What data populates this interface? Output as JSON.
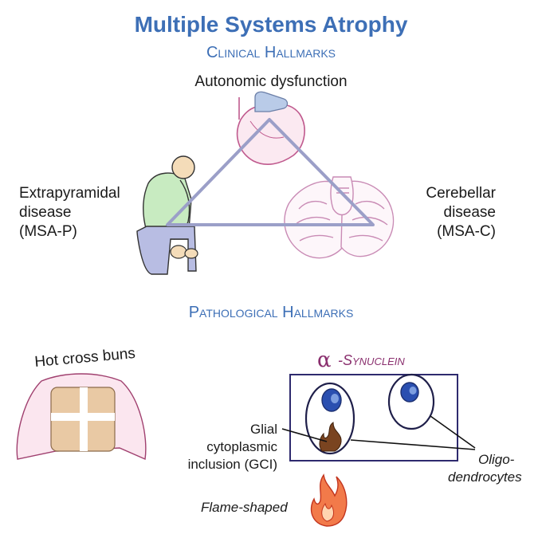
{
  "header": {
    "title": "Multiple Systems Atrophy",
    "clinical_heading": "Clinical Hallmarks",
    "pathological_heading": "Pathological Hallmarks"
  },
  "clinical": {
    "autonomic": "Autonomic dysfunction",
    "extrapyramidal": [
      "Extrapyramidal",
      "disease",
      "(MSA-P)"
    ],
    "cerebellar": [
      "Cerebellar",
      "disease",
      "(MSA-C)"
    ]
  },
  "pathology": {
    "hot_cross_buns": "Hot cross buns",
    "synuclein_symbol": "α",
    "synuclein_word": "-Synuclein",
    "gci": [
      "Glial",
      "cytoplasmic",
      "inclusion (GCI)"
    ],
    "oligo": [
      "Oligo-",
      "dendrocytes"
    ],
    "flame": "Flame-shaped"
  },
  "colors": {
    "title_blue": "#3d6fb6",
    "triangle": "#9b9fc8",
    "heart_outline": "#c05a8e",
    "cerebellum_outline": "#c98bb5",
    "synuclein_box": "#2e2a6e",
    "nucleus": "#2a4fb0",
    "flame": "#e2583a"
  }
}
